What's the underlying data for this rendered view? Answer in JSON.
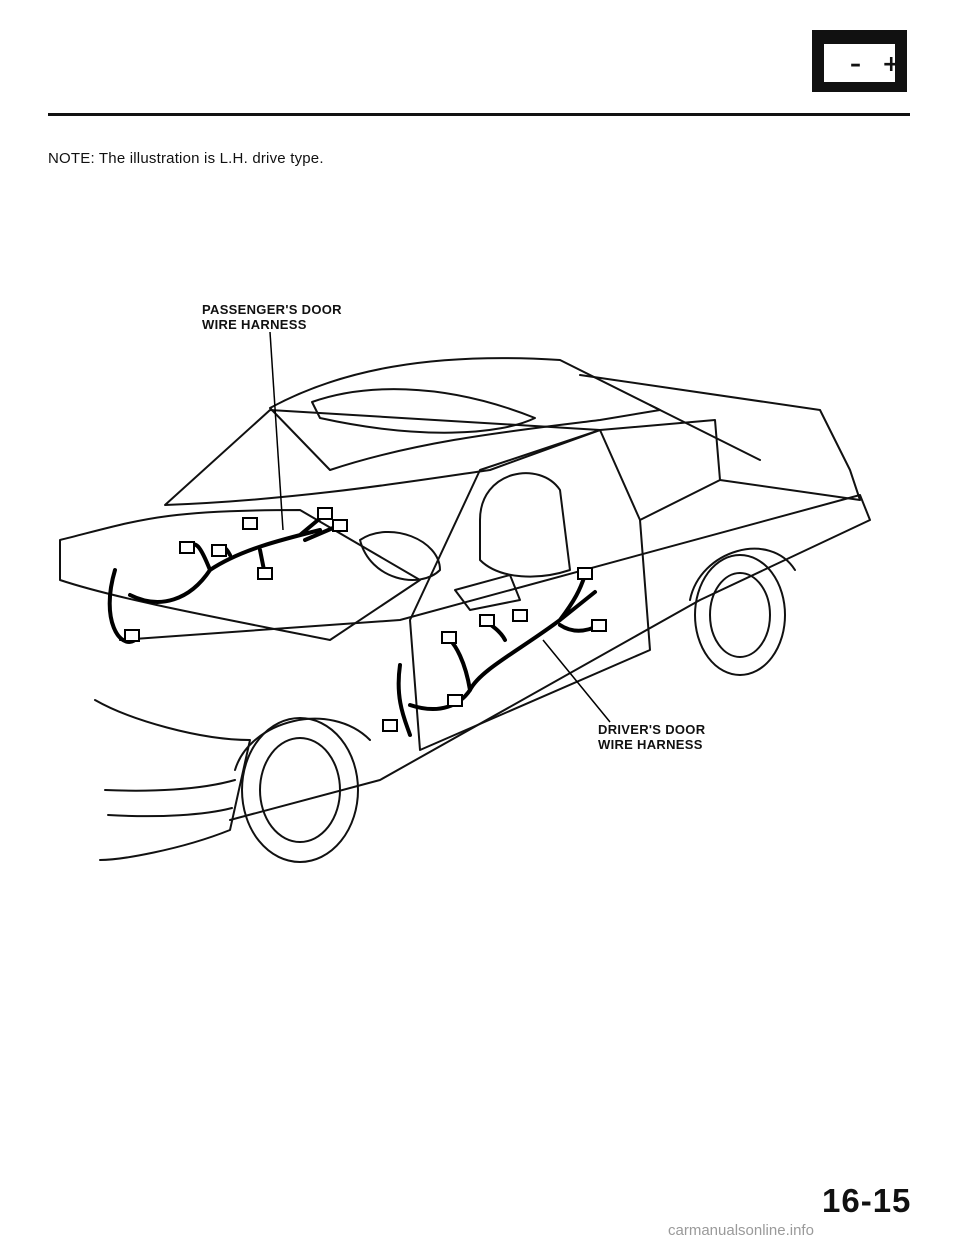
{
  "header": {
    "icon": "battery-icon",
    "icon_minus": "–",
    "icon_plus": "+"
  },
  "note": "NOTE: The illustration is L.H. drive type.",
  "callouts": {
    "passenger_line1": "PASSENGER'S DOOR",
    "passenger_line2": "WIRE HARNESS",
    "driver_line1": "DRIVER'S DOOR",
    "driver_line2": "WIRE HARNESS"
  },
  "page_number": "16-15",
  "watermark": "carmanualsonline.info"
}
